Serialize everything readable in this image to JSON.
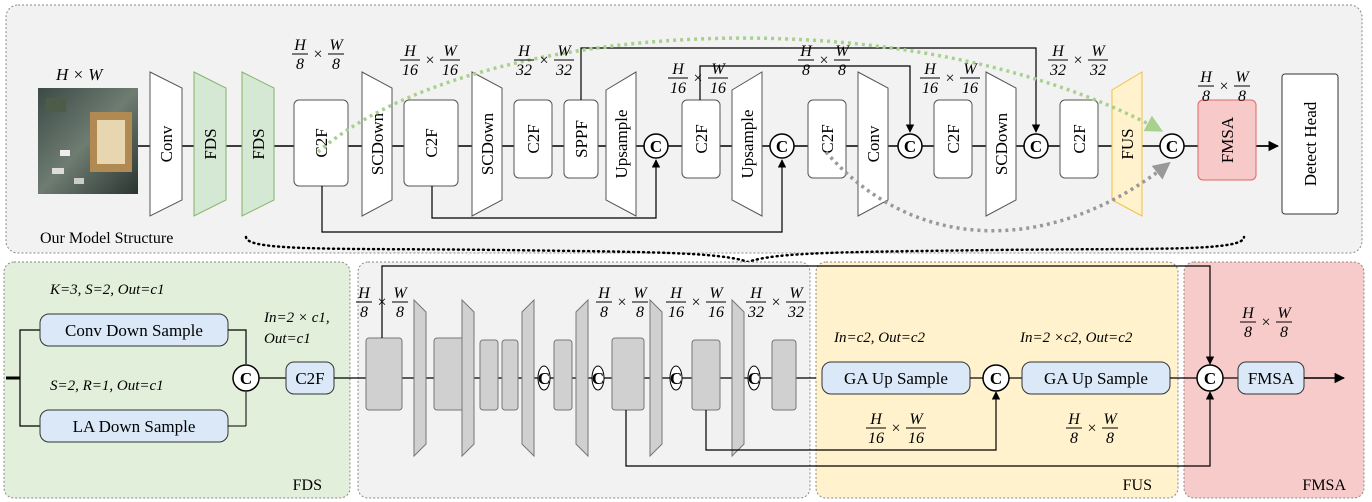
{
  "top": {
    "input_size": "H × W",
    "caption": "Our Model Structure",
    "blocks": {
      "conv1": "Conv",
      "fds1": "FDS",
      "fds2": "FDS",
      "c2f1": "C2F",
      "scdown1": "SCDown",
      "c2f2": "C2F",
      "scdown2": "SCDown",
      "c2f3": "C2F",
      "sppf": "SPPF",
      "upsample1": "Upsample",
      "c2f4": "C2F",
      "upsample2": "Upsample",
      "c2f5": "C2F",
      "conv2": "Conv",
      "c2f6": "C2F",
      "scdown3": "SCDown",
      "c2f7": "C2F",
      "fus": "FUS",
      "fmsa": "FMSA",
      "detect": "Detect Head"
    },
    "concat": "C",
    "frac_h": "H",
    "frac_w": "W",
    "denoms": {
      "d8": "8",
      "d16": "16",
      "d32": "32"
    }
  },
  "fds": {
    "params_conv": "K=3, S=2, Out=c1",
    "params_la": "S=2, R=1, Out=c1",
    "conv_down": "Conv Down Sample",
    "la_down": "LA Down Sample",
    "in_out_1": "In=2 × c1,",
    "in_out_2": "Out=c1",
    "c2f": "C2F",
    "title": "FDS"
  },
  "fus": {
    "params_1": "In=c2, Out=c2",
    "params_2": "In=2 ×c2, Out=c2",
    "ga_up_1": "GA Up Sample",
    "ga_up_2": "GA Up Sample",
    "title": "FUS"
  },
  "fmsa": {
    "block": "FMSA",
    "title": "FMSA"
  },
  "colors": {
    "green_panel": "#e2efda",
    "yellow_panel": "#fff2cc",
    "red_panel": "#f8cbcb",
    "gray_panel": "#f2f2f2",
    "blue_block": "#dae8f7",
    "green_block": "#d5e8d4",
    "yellow_block": "#fff2cc",
    "red_block": "#f8c9c9",
    "green_arrow": "#a9d18e",
    "gray_arrow": "#999999"
  }
}
